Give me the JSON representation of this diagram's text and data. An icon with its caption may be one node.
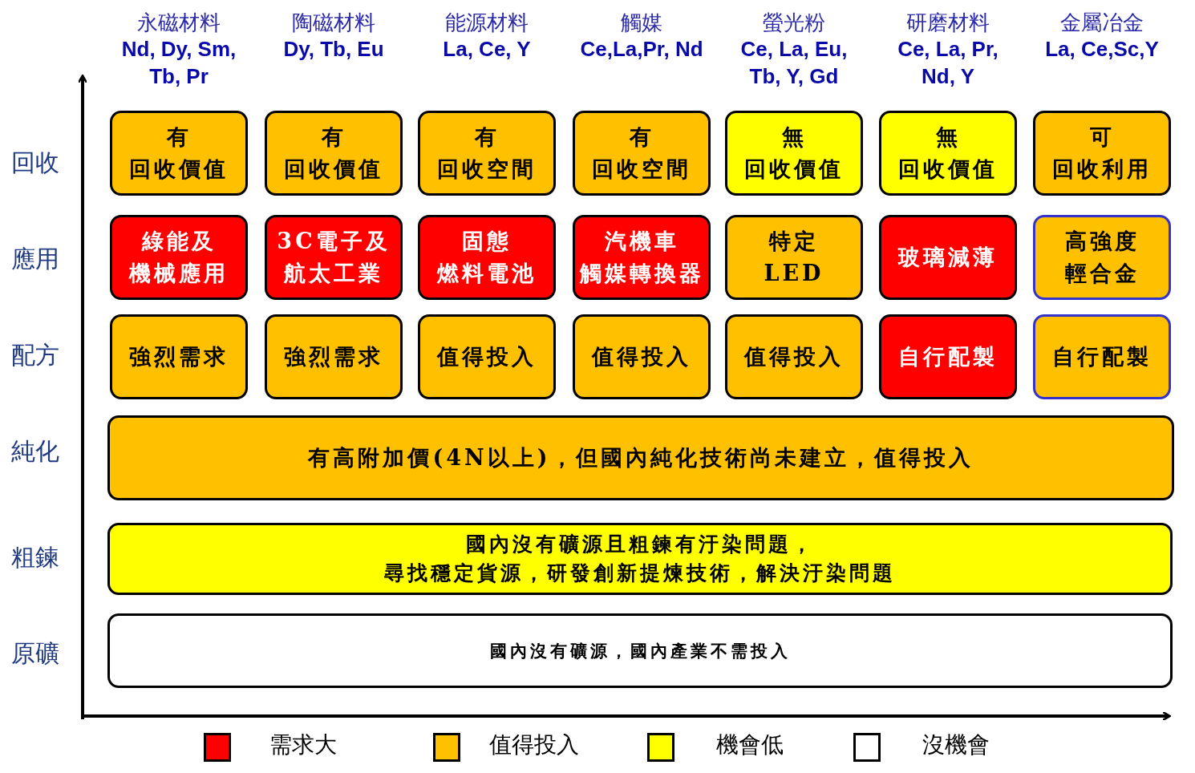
{
  "diagram": {
    "nodes": [
      {
        "text": [
          "有",
          "回收價值"
        ]
      },
      {
        "text": [
          "有",
          "回收價值"
        ]
      },
      {
        "text": [
          "有",
          "回收空間"
        ]
      },
      {
        "text": [
          "有",
          "回收空間"
        ]
      },
      {
        "text": [
          "無",
          "回收價值"
        ]
      },
      {
        "text": [
          "無",
          "回收價值"
        ]
      },
      {
        "text": [
          "可",
          "回收利用"
        ]
      },
      {
        "text": [
          "綠能及",
          "機械應用"
        ]
      },
      {
        "text": [
          "3C電子及",
          "航太工業"
        ]
      },
      {
        "text": [
          "固態",
          "燃料電池"
        ]
      },
      {
        "text": [
          "汽機車",
          "觸媒轉換器"
        ]
      },
      {
        "text": [
          "特定",
          "LED"
        ]
      },
      {
        "text": [
          "玻璃減薄"
        ]
      },
      {
        "text": [
          "高強度",
          "輕合金"
        ]
      },
      {
        "text": [
          "強烈需求"
        ]
      },
      {
        "text": [
          "強烈需求"
        ]
      },
      {
        "text": [
          "值得投入"
        ]
      },
      {
        "text": [
          "值得投入"
        ]
      },
      {
        "text": [
          "值得投入"
        ]
      },
      {
        "text": [
          "自行配製"
        ]
      },
      {
        "text": [
          "自行配製"
        ]
      },
      {
        "text": [
          "有高附加價(4N以上)，但國內純化技術尚未建立，值得投入"
        ]
      },
      {
        "text": [
          "國內沒有礦源且粗鍊有汙染問題，",
          "尋找穩定貨源，研發創新提煉技術，解決汙染問題"
        ]
      },
      {
        "text": [
          "國內沒有礦源，國內產業不需投入"
        ]
      }
    ],
    "labels": [
      "永磁材料",
      "Nd, Dy, Sm, Tb, Pr",
      "陶磁材料",
      "Dy, Tb, Eu",
      "能源材料",
      "La, Ce, Y",
      "觸媒",
      "Ce,La,Pr, Nd",
      "螢光粉",
      "Ce, La, Eu, Tb, Y, Gd",
      "研磨材料",
      "Ce, La, Pr, Nd, Y",
      "金屬冶金",
      "La, Ce,Sc,Y",
      "回收",
      "應用",
      "配方",
      "純化",
      "粗鍊",
      "原礦"
    ],
    "legend": [
      {
        "text": "需求大",
        "color": "#ff0000"
      },
      {
        "text": "值得投入",
        "color": "#ffc000"
      },
      {
        "text": "機會低",
        "color": "#ffff00"
      },
      {
        "text": "沒機會",
        "color": "#ffffff"
      }
    ]
  }
}
